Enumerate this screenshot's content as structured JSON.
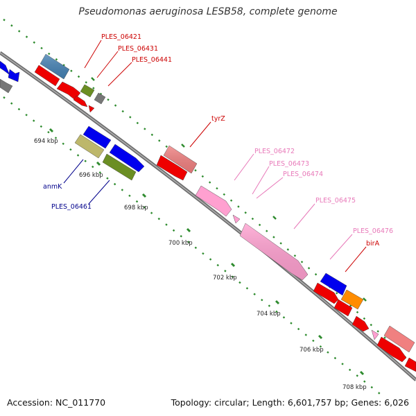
{
  "title": "Pseudomonas aeruginosa LESB58, complete genome",
  "footer": {
    "accession": "Accession: NC_011770",
    "summary": "Topology: circular; Length: 6,601,757 bp; Genes: 6,026"
  },
  "colors": {
    "backbone": "#808080",
    "tick": "#2e8b2e",
    "label_red": "#cc0000",
    "label_pink": "#e879b9",
    "label_blue": "#00008b"
  },
  "ticks": [
    "694 kbp",
    "696 kbp",
    "698 kbp",
    "700 kbp",
    "702 kbp",
    "704 kbp",
    "706 kbp",
    "708 kbp"
  ],
  "labels": {
    "ples_06421": "PLES_06421",
    "ples_06431": "PLES_06431",
    "ples_06441": "PLES_06441",
    "tyrz": "tyrZ",
    "ples_06472": "PLES_06472",
    "ples_06473": "PLES_06473",
    "ples_06474": "PLES_06474",
    "ples_06475": "PLES_06475",
    "ples_06476": "PLES_06476",
    "bira": "birA",
    "anmk": "anmK",
    "ples_06461": "PLES_06461"
  }
}
